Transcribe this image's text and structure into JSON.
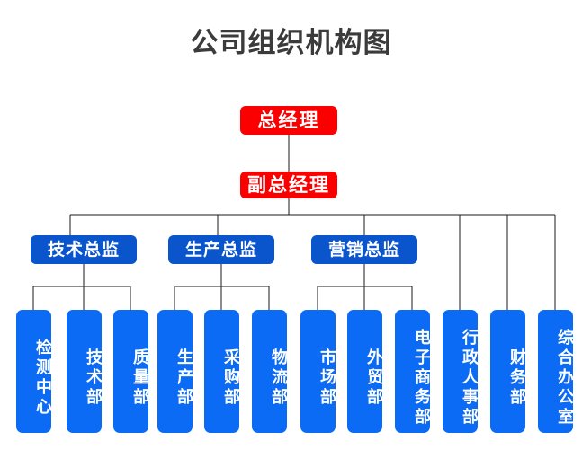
{
  "page": {
    "title": "公司组织机构图",
    "background_color": "#ffffff",
    "title_color": "#3b3b3b",
    "line_color": "#1a1a1a"
  },
  "palette": {
    "executive_red": "#fa0000",
    "director_blue": "#0b55cc",
    "department_blue": "#0b6bf5",
    "text_white": "#ffffff"
  },
  "chart_data": {
    "type": "diagram",
    "diagram_kind": "organization-chart",
    "title": "公司组织机构图",
    "orientation": "top-down",
    "levels": [
      {
        "level": 1,
        "role": "executive",
        "color": "#fa0000",
        "nodes": [
          "总经理"
        ]
      },
      {
        "level": 2,
        "role": "executive",
        "color": "#fa0000",
        "nodes": [
          "副总经理"
        ]
      },
      {
        "level": 3,
        "role": "director",
        "color": "#0b55cc",
        "nodes": [
          "技术总监",
          "生产总监",
          "营销总监"
        ]
      },
      {
        "level": 4,
        "role": "department",
        "color": "#0b6bf5",
        "nodes": [
          "检测中心",
          "技术部",
          "质量部",
          "生产部",
          "采购部",
          "物流部",
          "市场部",
          "外贸部",
          "电子商务部",
          "行政人事部",
          "财务部",
          "综合办公室"
        ]
      }
    ],
    "edges": [
      {
        "from": "总经理",
        "to": "副总经理"
      },
      {
        "from": "副总经理",
        "to": "技术总监"
      },
      {
        "from": "副总经理",
        "to": "生产总监"
      },
      {
        "from": "副总经理",
        "to": "营销总监"
      },
      {
        "from": "副总经理",
        "to": "行政人事部"
      },
      {
        "from": "副总经理",
        "to": "财务部"
      },
      {
        "from": "副总经理",
        "to": "综合办公室"
      },
      {
        "from": "技术总监",
        "to": "检测中心"
      },
      {
        "from": "技术总监",
        "to": "技术部"
      },
      {
        "from": "技术总监",
        "to": "质量部"
      },
      {
        "from": "生产总监",
        "to": "生产部"
      },
      {
        "from": "生产总监",
        "to": "采购部"
      },
      {
        "from": "生产总监",
        "to": "物流部"
      },
      {
        "from": "营销总监",
        "to": "市场部"
      },
      {
        "from": "营销总监",
        "to": "外贸部"
      },
      {
        "from": "营销总监",
        "to": "电子商务部"
      }
    ]
  },
  "nodes": {
    "general_manager": {
      "label": "总经理"
    },
    "deputy_general_manager": {
      "label": "副总经理"
    },
    "directors": {
      "technology": {
        "label": "技术总监"
      },
      "production": {
        "label": "生产总监"
      },
      "marketing": {
        "label": "营销总监"
      }
    },
    "departments": {
      "inspection_center": {
        "label": "检测中心"
      },
      "technology_dept": {
        "label": "技术部"
      },
      "quality_dept": {
        "label": "质量部"
      },
      "production_dept": {
        "label": "生产部"
      },
      "purchasing_dept": {
        "label": "采购部"
      },
      "logistics_dept": {
        "label": "物流部"
      },
      "market_dept": {
        "label": "市场部"
      },
      "foreign_trade_dept": {
        "label": "外贸部"
      },
      "ecommerce_dept": {
        "label": "电子商务部"
      },
      "admin_hr_dept": {
        "label": "行政人事部"
      },
      "finance_dept": {
        "label": "财务部"
      },
      "general_office": {
        "label": "综合办公室"
      }
    }
  }
}
